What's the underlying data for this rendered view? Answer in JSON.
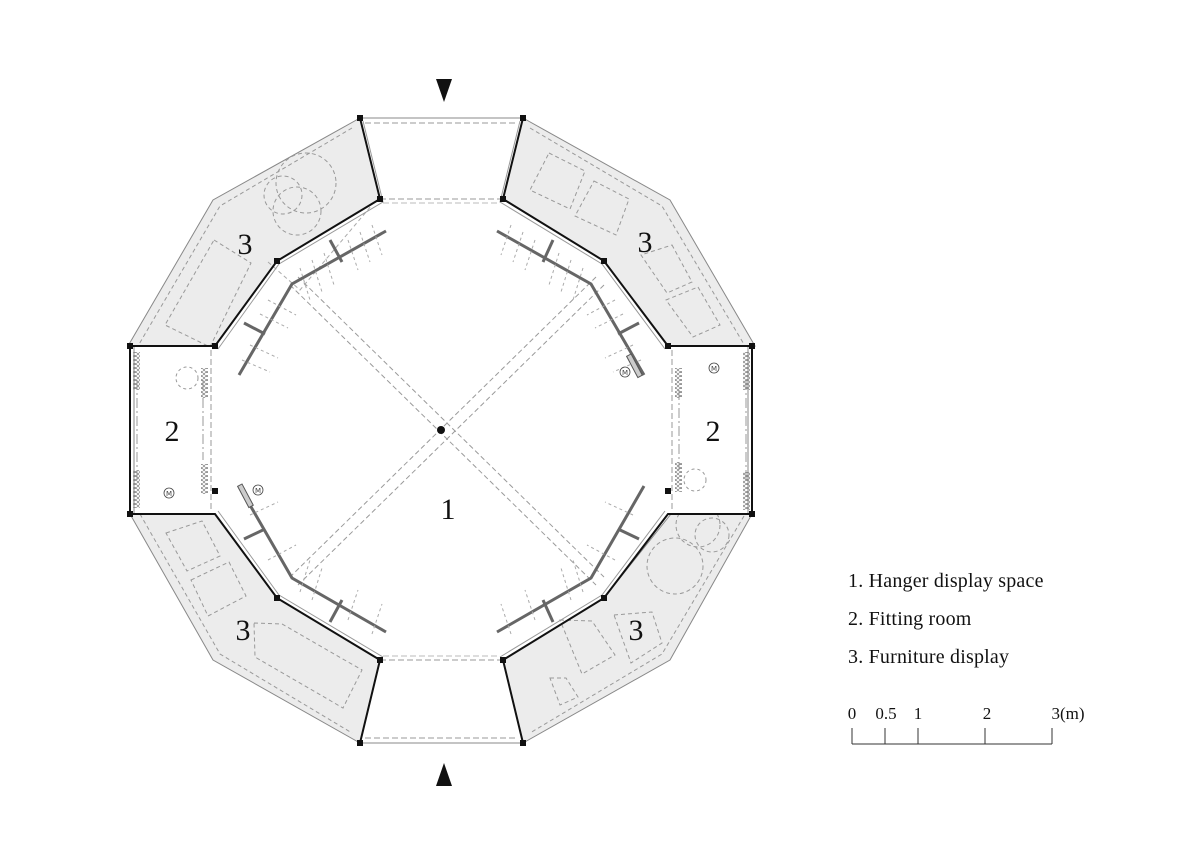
{
  "diagram": {
    "type": "architectural-floor-plan",
    "shape": "dodecagon",
    "colors": {
      "zone_fill": "#ececec",
      "wall": "#111111",
      "outline": "#888888",
      "dashed": "#9a9a9a",
      "column": "#111111"
    },
    "entrances": [
      {
        "id": "north",
        "icon": "entrance-arrow-down"
      },
      {
        "id": "south",
        "icon": "entrance-arrow-up"
      }
    ],
    "zone_labels": [
      {
        "id": "center",
        "text": "1"
      },
      {
        "id": "west-fitting",
        "text": "2"
      },
      {
        "id": "east-fitting",
        "text": "2"
      },
      {
        "id": "nw-furniture",
        "text": "3"
      },
      {
        "id": "ne-furniture",
        "text": "3"
      },
      {
        "id": "sw-furniture",
        "text": "3"
      },
      {
        "id": "se-furniture",
        "text": "3"
      }
    ],
    "symbols": [
      {
        "id": "mirror-west",
        "text": "M"
      },
      {
        "id": "mirror-east",
        "text": "M"
      },
      {
        "id": "mirror-hanger-west",
        "text": "M"
      },
      {
        "id": "mirror-hanger-east",
        "text": "M"
      }
    ]
  },
  "legend": {
    "items": [
      {
        "label": "1. Hanger display space"
      },
      {
        "label": "2. Fitting room"
      },
      {
        "label": "3. Furniture display"
      }
    ]
  },
  "scale_bar": {
    "ticks": [
      "0",
      "0.5",
      "1",
      "2",
      "3(m)"
    ],
    "unit": "m"
  }
}
